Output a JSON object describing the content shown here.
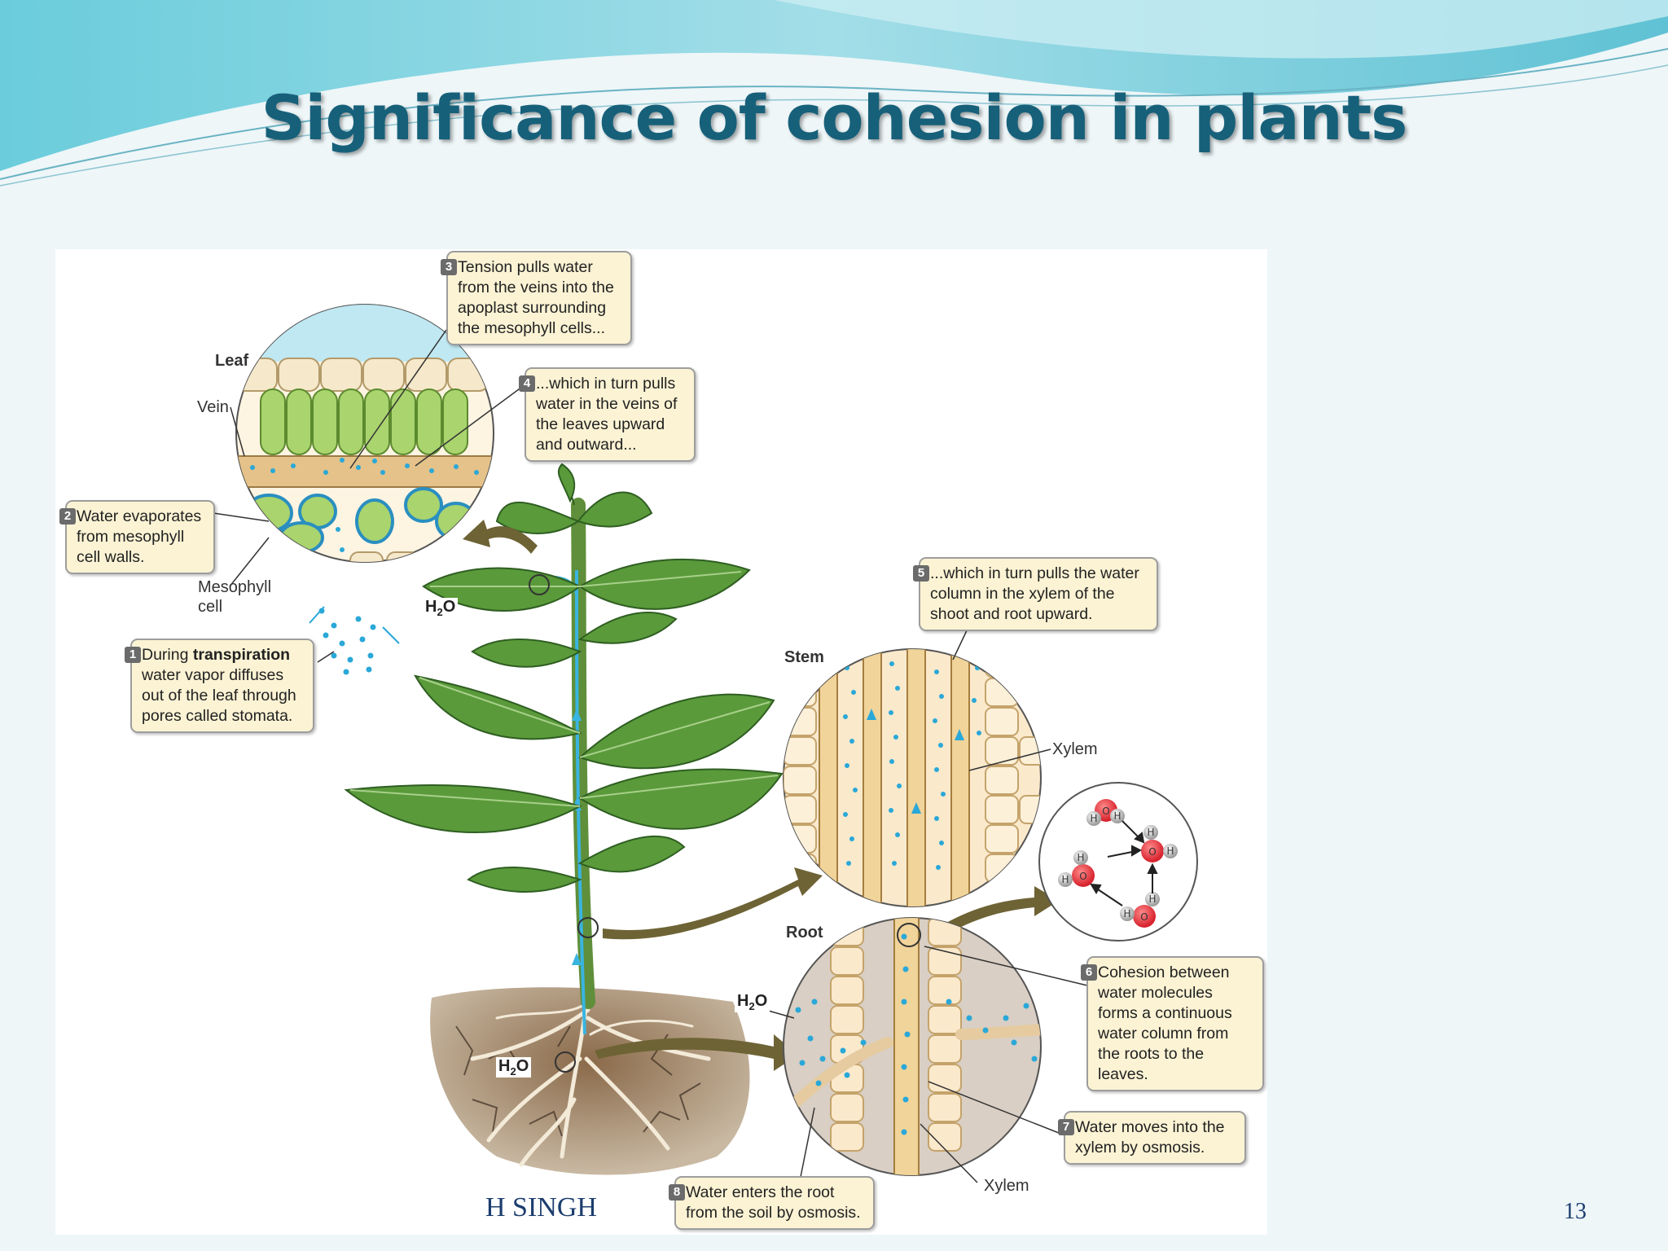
{
  "slide": {
    "title": "Significance of cohesion in plants",
    "footer_author": "H SINGH",
    "page_number": "13"
  },
  "diagram": {
    "labels": {
      "leaf": "Leaf",
      "vein": "Vein",
      "mesophyll_cell_line1": "Mesophyll",
      "mesophyll_cell_line2": "cell",
      "stem": "Stem",
      "root": "Root",
      "xylem_stem": "Xylem",
      "xylem_root": "Xylem",
      "h2o_leaf": "H",
      "h2o_root": "H",
      "h2o_soil": "H",
      "h2o_sub": "2",
      "h2o_o": "O"
    },
    "callouts": [
      {
        "num": "1",
        "text_pre": "During ",
        "text_bold": "transpiration",
        "text_post": " water vapor diffuses out of the leaf through pores called stomata."
      },
      {
        "num": "2",
        "text": "Water evaporates from mesophyll cell walls."
      },
      {
        "num": "3",
        "text": "Tension pulls water from the veins into the apoplast surrounding the mesophyll cells..."
      },
      {
        "num": "4",
        "text": "...which in turn pulls water in the veins of the leaves upward and outward..."
      },
      {
        "num": "5",
        "text": "...which in turn pulls the water column in the xylem of the shoot and root upward."
      },
      {
        "num": "6",
        "text": "Cohesion between water molecules forms a continuous water column from the roots to the leaves."
      },
      {
        "num": "7",
        "text": "Water moves into the xylem by osmosis."
      },
      {
        "num": "8",
        "text": "Water enters the root from the soil by osmosis."
      }
    ],
    "molecule_atoms": {
      "oxygen": "O",
      "hydrogen": "H"
    },
    "colors": {
      "title": "#17607a",
      "water": "#2aa8d8",
      "leaf": "#5a9a3a",
      "callout_bg": "#fbf3d4",
      "arrow": "#6e6335"
    }
  }
}
